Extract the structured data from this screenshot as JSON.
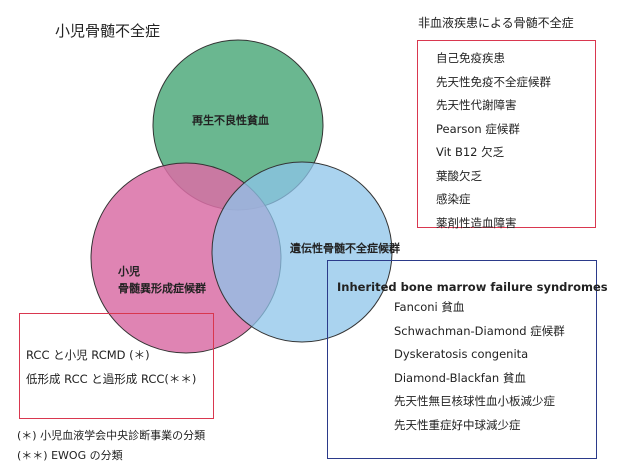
{
  "title": "小児骨髄不全症",
  "circles": {
    "green": {
      "label": "再生不良性貧血",
      "color": "#5aaf84"
    },
    "pink": {
      "label_line1": "小児",
      "label_line2": "骨髄異形成症候群",
      "color": "#d96ea6"
    },
    "blue": {
      "label": "遺伝性骨髄不全症候群",
      "color": "#8ec4ea"
    }
  },
  "nonhem": {
    "heading": "非血液疾患による骨髄不全症",
    "items": [
      "自己免疫疾患",
      "先天性免疫不全症候群",
      "先天性代謝障害",
      "Pearson 症候群",
      "Vit B12 欠乏",
      "葉酸欠乏",
      "感染症",
      "薬剤性造血障害"
    ]
  },
  "ibmfs": {
    "heading": "Inherited bone marrow failure syndromes",
    "items": [
      "Fanconi 貧血",
      "Schwachman-Diamond 症候群",
      "Dyskeratosis congenita",
      "Diamond-Blackfan 貧血",
      "先天性無巨核球性血小板減少症",
      "先天性重症好中球減少症"
    ]
  },
  "rcc": {
    "items": [
      "RCC と小児 RCMD (＊)",
      "低形成 RCC と過形成 RCC(＊＊)"
    ]
  },
  "notes": [
    "(＊) 小児血液学会中央診断事業の分類",
    "(＊＊) EWOG の分類"
  ]
}
